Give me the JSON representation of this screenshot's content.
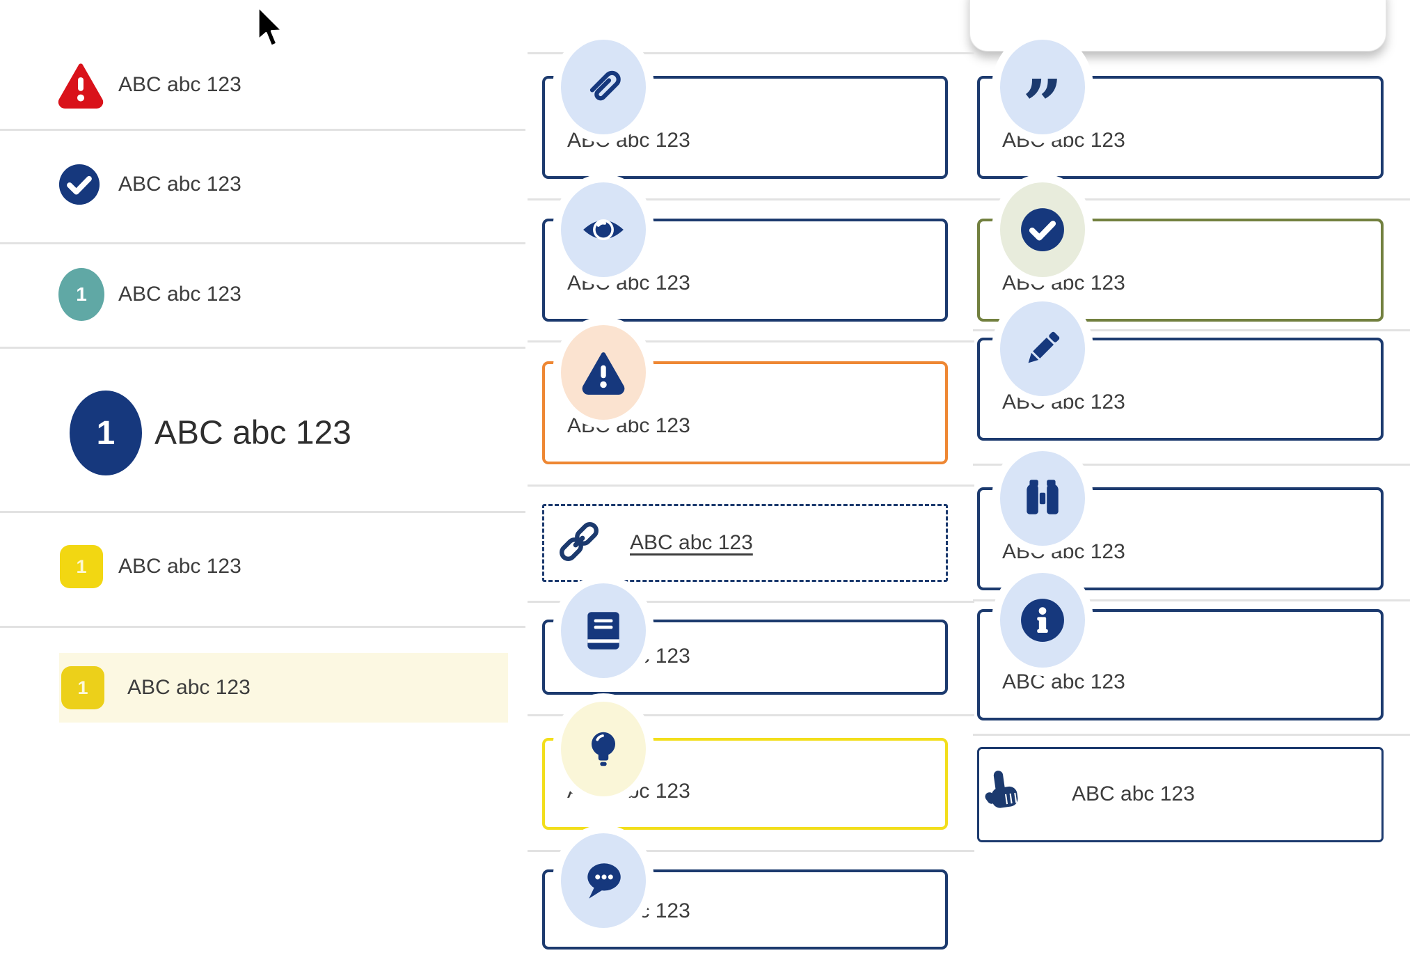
{
  "colors": {
    "navy": "#1c3a6e",
    "navy_badge": "#16387d",
    "light_blue_circle": "#d8e4f7",
    "peach_circle": "#fbe3d0",
    "pale_yellow_circle": "#faf6d8",
    "pale_green_circle": "#e8ecdc",
    "orange_border": "#ee8733",
    "yellow_border": "#f2de1b",
    "olive_border": "#72803f",
    "teal_badge": "#60a8a5",
    "red_triangle": "#d9121a",
    "yellow_square": "#f2d712",
    "highlight_background": "#fcf8e2",
    "divider": "#e2e2e2",
    "text": "#3d3d3d"
  },
  "cursor": {
    "name": "mouse-cursor"
  },
  "left_rows": [
    {
      "icon": "warning-triangle-icon",
      "label": "ABC abc 123",
      "variant": "red-triangle"
    },
    {
      "icon": "check-circle-icon",
      "label": "ABC abc 123",
      "variant": "navy-check"
    },
    {
      "icon": "number-badge",
      "badge": "1",
      "label": "ABC abc 123",
      "variant": "teal-circle"
    },
    {
      "icon": "number-badge",
      "badge": "1",
      "label": "ABC abc 123",
      "variant": "navy-circle-large"
    },
    {
      "icon": "number-badge",
      "badge": "1",
      "label": "ABC abc 123",
      "variant": "yellow-square"
    },
    {
      "icon": "number-badge",
      "badge": "1",
      "label": "ABC abc 123",
      "variant": "yellow-square-highlighted",
      "highlighted": true
    }
  ],
  "middle_cards": [
    {
      "icon": "paperclip-icon",
      "label": "ABC abc 123",
      "variant": "navy"
    },
    {
      "icon": "eye-icon",
      "label": "ABC abc 123",
      "variant": "navy"
    },
    {
      "icon": "warning-triangle-icon",
      "label": "ABC abc 123",
      "variant": "orange"
    },
    {
      "icon": "link-icon",
      "label": "ABC abc 123",
      "variant": "dashed-link"
    },
    {
      "icon": "book-icon",
      "label": "ABC abc 123",
      "variant": "navy"
    },
    {
      "icon": "lightbulb-icon",
      "label": "ABC abc 123",
      "variant": "yellow"
    },
    {
      "icon": "speech-bubble-icon",
      "label": "ABC abc 123",
      "variant": "navy"
    }
  ],
  "right_cards": [
    {
      "icon": "quote-icon",
      "label": "ABC abc 123",
      "variant": "navy"
    },
    {
      "icon": "check-circle-icon",
      "label": "ABC abc 123",
      "variant": "green"
    },
    {
      "icon": "pencil-icon",
      "label": "ABC abc 123",
      "variant": "navy"
    },
    {
      "icon": "binoculars-icon",
      "label": "ABC abc 123",
      "variant": "navy"
    },
    {
      "icon": "info-icon",
      "label": "ABC abc 123",
      "variant": "navy"
    },
    {
      "icon": "hand-pointer-icon",
      "label": "ABC abc 123",
      "variant": "hand-plain"
    }
  ]
}
